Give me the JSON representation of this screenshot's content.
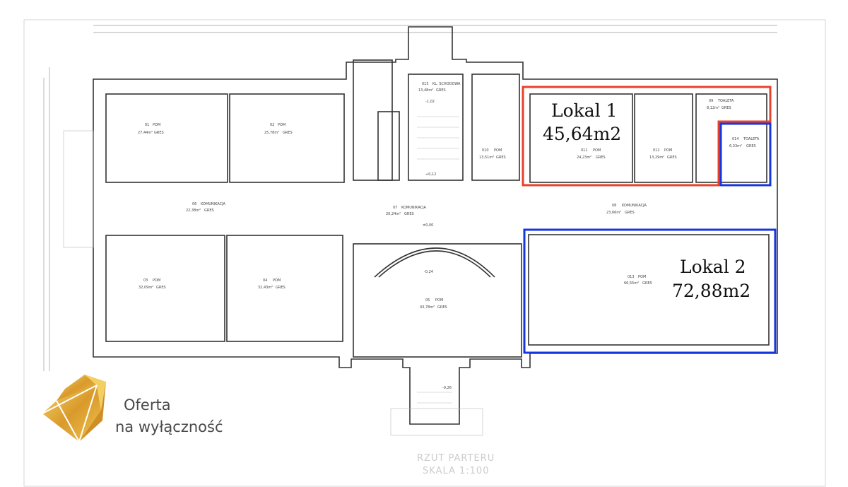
{
  "plan": {
    "title": "RZUT PARTERU",
    "scale": "SKALA 1:100",
    "rooms": [
      {
        "no": "01",
        "name": "POM",
        "area": "27,44m²",
        "floor": "GRES"
      },
      {
        "no": "02",
        "name": "POM",
        "area": "25,78m²",
        "floor": "GRES"
      },
      {
        "no": "06",
        "name": "KOMUNIKACJA",
        "area": "22,38m²",
        "floor": "GRES"
      },
      {
        "no": "03",
        "name": "POM",
        "area": "32,09m²",
        "floor": "GRES"
      },
      {
        "no": "04",
        "name": "POM",
        "area": "32,43m²",
        "floor": "GRES"
      },
      {
        "no": "015",
        "name": "KL. SCHODOWA",
        "area": "13,48m²",
        "floor": "GRES"
      },
      {
        "no": "010",
        "name": "POM",
        "area": "13,51m²",
        "floor": "GRES"
      },
      {
        "no": "07",
        "name": "KOMUNIKACJA",
        "area": "20,24m²",
        "floor": "GRES"
      },
      {
        "no": "05",
        "name": "POM",
        "area": "43,78m²",
        "floor": "GRES"
      },
      {
        "no": "011",
        "name": "POM",
        "area": "24,23m²",
        "floor": "GRES"
      },
      {
        "no": "012",
        "name": "POM",
        "area": "13,29m²",
        "floor": "GRES"
      },
      {
        "no": "09",
        "name": "TOALETA",
        "area": "8,12m²",
        "floor": "GRES"
      },
      {
        "no": "014",
        "name": "TOALETA",
        "area": "6,33m²",
        "floor": "GRES"
      },
      {
        "no": "08",
        "name": "KOMUNIKACJA",
        "area": "23,66m²",
        "floor": "GRES"
      },
      {
        "no": "013",
        "name": "POM",
        "area": "66,55m²",
        "floor": "GRES"
      }
    ],
    "levels": [
      "±0,00",
      "-0,24",
      "-0,26",
      "-1,02",
      "+0,12"
    ]
  },
  "units": [
    {
      "name": "Lokal 1",
      "area": "45,64m2",
      "color": "#e8412c"
    },
    {
      "name": "Lokal 2",
      "area": "72,88m2",
      "color": "#1636e0"
    }
  ],
  "logo": {
    "line1": "Oferta",
    "line2": "na wyłączność",
    "color": "#d9a33a"
  }
}
